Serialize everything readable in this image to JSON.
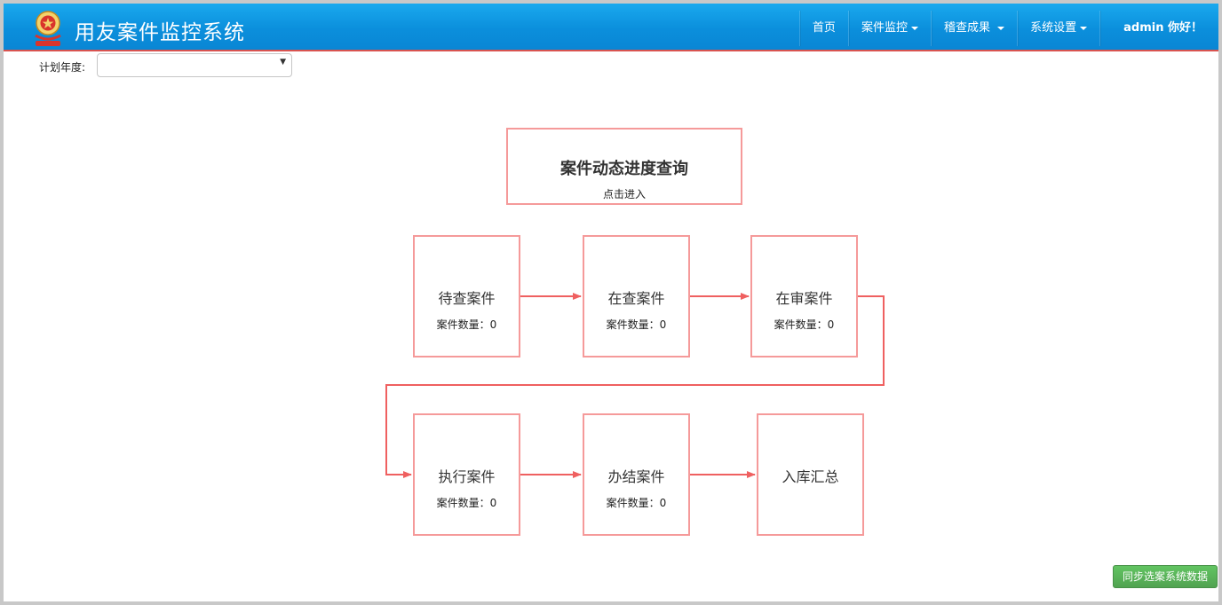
{
  "header": {
    "app_title": "用友案件监控系统",
    "nav": [
      {
        "label": "首页",
        "dropdown": false
      },
      {
        "label": "案件监控",
        "dropdown": true
      },
      {
        "label": "稽查成果",
        "dropdown": true
      },
      {
        "label": "系统设置",
        "dropdown": true
      }
    ],
    "user_greeting": "admin 你好！"
  },
  "filter": {
    "label": "计划年度:",
    "selected_value": ""
  },
  "main_box": {
    "title": "案件动态进度查询",
    "subtitle": "点击进入"
  },
  "stages": [
    {
      "title": "待查案件",
      "count_label": "案件数量：0"
    },
    {
      "title": "在查案件",
      "count_label": "案件数量：0"
    },
    {
      "title": "在审案件",
      "count_label": "案件数量：0"
    },
    {
      "title": "执行案件",
      "count_label": "案件数量：0"
    },
    {
      "title": "办结案件",
      "count_label": "案件数量：0"
    },
    {
      "title": "入库汇总",
      "count_label": ""
    }
  ],
  "sync_button": {
    "label": "同步选案系统数据"
  },
  "colors": {
    "header_blue": "#0b8fdc",
    "box_border": "#f59a9a",
    "arrow": "#ef6060",
    "button_green": "#5cb85c"
  }
}
